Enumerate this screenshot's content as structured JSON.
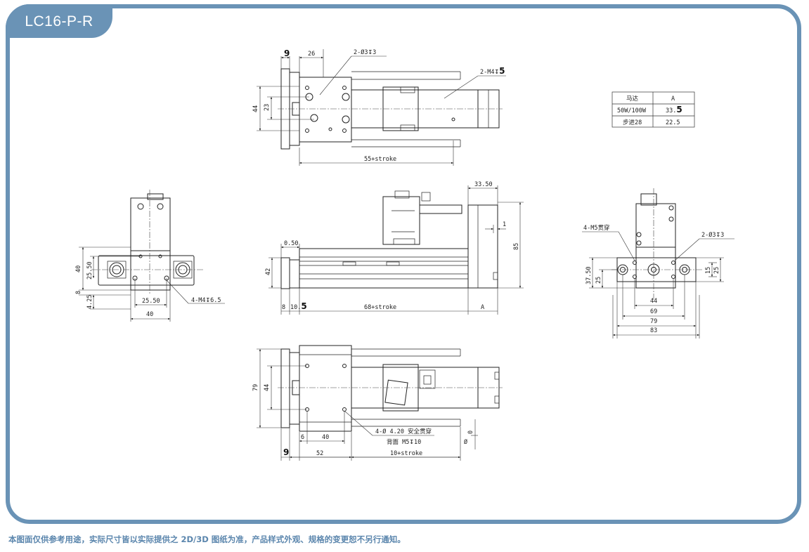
{
  "model_tab": "LC16-P-R",
  "disclaimer": "本图面仅供参考用途，实际尺寸皆以实际提供之 2D/3D 图纸为准，产品样式外观、规格的变更恕不另行通知。",
  "table": {
    "header": [
      "马达",
      "A"
    ],
    "rows": [
      [
        "50W/100W",
        "33.",
        "5"
      ],
      [
        "步进28",
        "22.5"
      ]
    ]
  },
  "top_view": {
    "dim_9": "9",
    "dim_26": "26",
    "callout_holes": "2-Ø3",
    "callout_holes_depth": "3",
    "callout_m4": "2-M4",
    "callout_m4_depth": "5",
    "dim_44": "44",
    "dim_23": "23",
    "dim_stroke": "55+stroke"
  },
  "left_view": {
    "dim_40v": "40",
    "dim_25_50v": "25.50",
    "dim_8": "8",
    "dim_4_25": "4.25",
    "dim_25_50h": "25.50",
    "dim_40h": "40",
    "callout_m4": "4-M4",
    "callout_m4_depth": "6.5"
  },
  "front_view": {
    "dim_33_50": "33.50",
    "dim_0_50": "0.50",
    "dim_1": "1",
    "dim_85": "85",
    "dim_42": "42",
    "dim_8": "8",
    "dim_10": "10.",
    "dim_10_bold": "5",
    "dim_stroke": "68+stroke",
    "dim_a": "A"
  },
  "right_view": {
    "callout_m5": "4-M5贯穿",
    "callout_holes": "2-Ø3",
    "callout_holes_depth": "3",
    "dim_37_50": "37.50",
    "dim_25_left": "25",
    "dim_15": "15",
    "dim_25_right": "25",
    "dim_44": "44",
    "dim_69": "69",
    "dim_79": "79",
    "dim_83": "83"
  },
  "bottom_view": {
    "dim_79": "79",
    "dim_44": "44",
    "callout_line1": "4-Ø 4.20 安全贯穿",
    "callout_line2": "背面 M5",
    "callout_line2_depth": "10",
    "dim_6": "6",
    "dim_40": "40",
    "dim_0": "0",
    "dim_9": "9",
    "dim_52": "52",
    "dim_stroke": "10+stroke"
  }
}
